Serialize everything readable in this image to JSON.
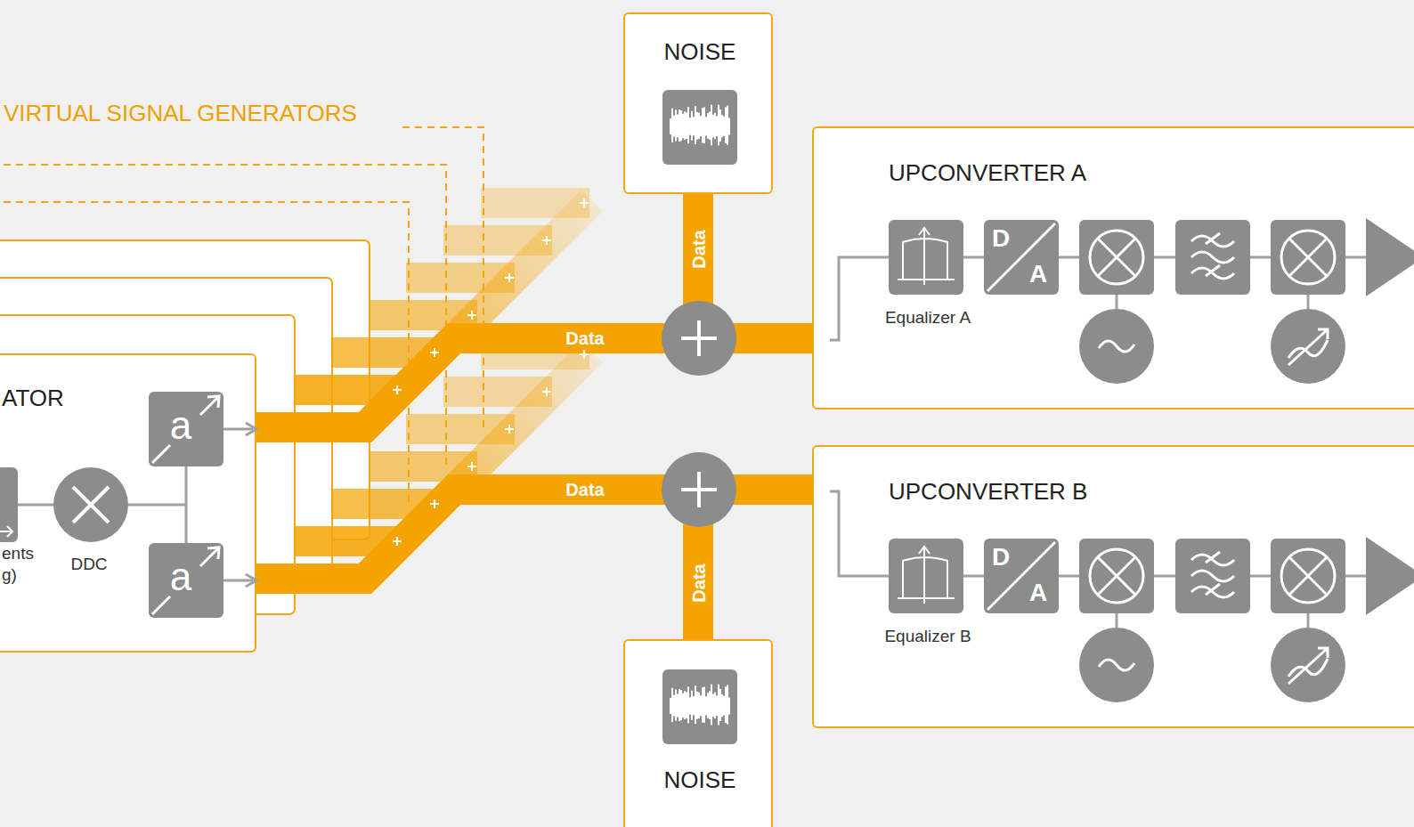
{
  "diagram": {
    "nodes": [
      {
        "text": [
          "ATOR"
        ]
      },
      {
        "text": [
          "NOISE"
        ]
      },
      {
        "text": [
          "UPCONVERTER A"
        ]
      },
      {
        "text": [
          "Equalizer A"
        ],
        "in": 2
      },
      {
        "text": [
          "UPCONVERTER B"
        ]
      },
      {
        "text": [
          "Equalizer B"
        ],
        "in": 4
      },
      {
        "text": [
          "NOISE"
        ]
      }
    ],
    "edges": [
      {
        "from": 0,
        "to": 2,
        "arrow": "to",
        "label": "Data"
      },
      {
        "from": 1,
        "to": 2,
        "arrow": "to",
        "label": "Data"
      },
      {
        "from": 0,
        "to": 4,
        "arrow": "to",
        "label": "Data"
      },
      {
        "from": 6,
        "to": 4,
        "arrow": "to",
        "label": "Data"
      }
    ],
    "labels": [
      "VIRTUAL SIGNAL GENERATORS",
      "ents",
      "g)",
      "DDC",
      "a",
      "a",
      "D",
      "A",
      "D",
      "A"
    ]
  }
}
